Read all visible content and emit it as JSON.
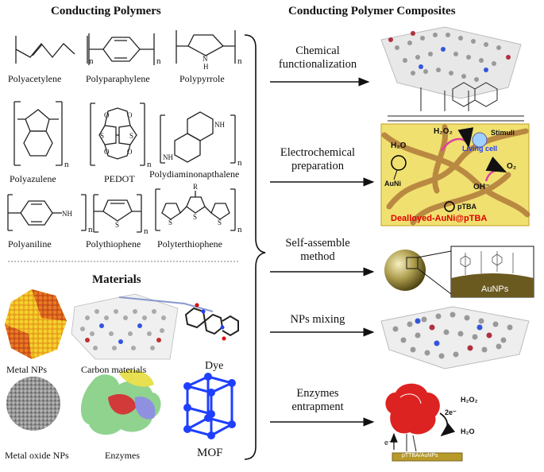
{
  "left": {
    "heading": "Conducting Polymers",
    "polymers": [
      {
        "name": "Polyacetylene"
      },
      {
        "name": "Polyparaphylene"
      },
      {
        "name": "Polypyrrole"
      },
      {
        "name": "Polyazulene"
      },
      {
        "name": "PEDOT"
      },
      {
        "name": "Polydiaminonapthalene"
      },
      {
        "name": "Polyaniline"
      },
      {
        "name": "Polythiophene"
      },
      {
        "name": "Polyterthiophene"
      }
    ],
    "subscript": "n",
    "atoms": {
      "nitrogen": "N",
      "hydrogen": "H",
      "nh": "NH",
      "sulfur": "S",
      "oxygen": "O",
      "r": "R"
    },
    "materials_heading": "Materials",
    "materials": [
      {
        "name": "Metal NPs"
      },
      {
        "name": "Carbon materials"
      },
      {
        "name": "Dye"
      },
      {
        "name": "Metal oxide NPs"
      },
      {
        "name": "Enzymes"
      },
      {
        "name": "MOF"
      }
    ]
  },
  "right": {
    "heading": "Conducting Polymer Composites",
    "methods": [
      {
        "line1": "Chemical",
        "line2": "functionalization"
      },
      {
        "line1": "Electrochemical",
        "line2": "preparation"
      },
      {
        "line1": "Self-assemble",
        "line2": "method"
      },
      {
        "line1": "NPs mixing",
        "line2": ""
      },
      {
        "line1": "Enzymes",
        "line2": "entrapment"
      }
    ],
    "electro_labels": {
      "h2o2": "H₂O₂",
      "stimuli": "Stimuli",
      "living_cell": "Living cell",
      "h2o": "H₂O",
      "o2": "O₂",
      "oh": "OH⁻",
      "auni": "AuNi",
      "ptba": "pTBA",
      "dealloyed": "Dealloyed-AuNi@pTBA"
    },
    "self_assemble_label": "AuNPs",
    "enzyme_labels": {
      "h2o2": "H₂O₂",
      "h2o": "H₂O",
      "two_e": "2e⁻",
      "e": "e⁻",
      "base": "pTTBA/AuNPs"
    }
  },
  "colors": {
    "accent_red": "#e00000",
    "gold": "#d4a017",
    "brown": "#a0642a",
    "blue": "#1f3fff"
  }
}
